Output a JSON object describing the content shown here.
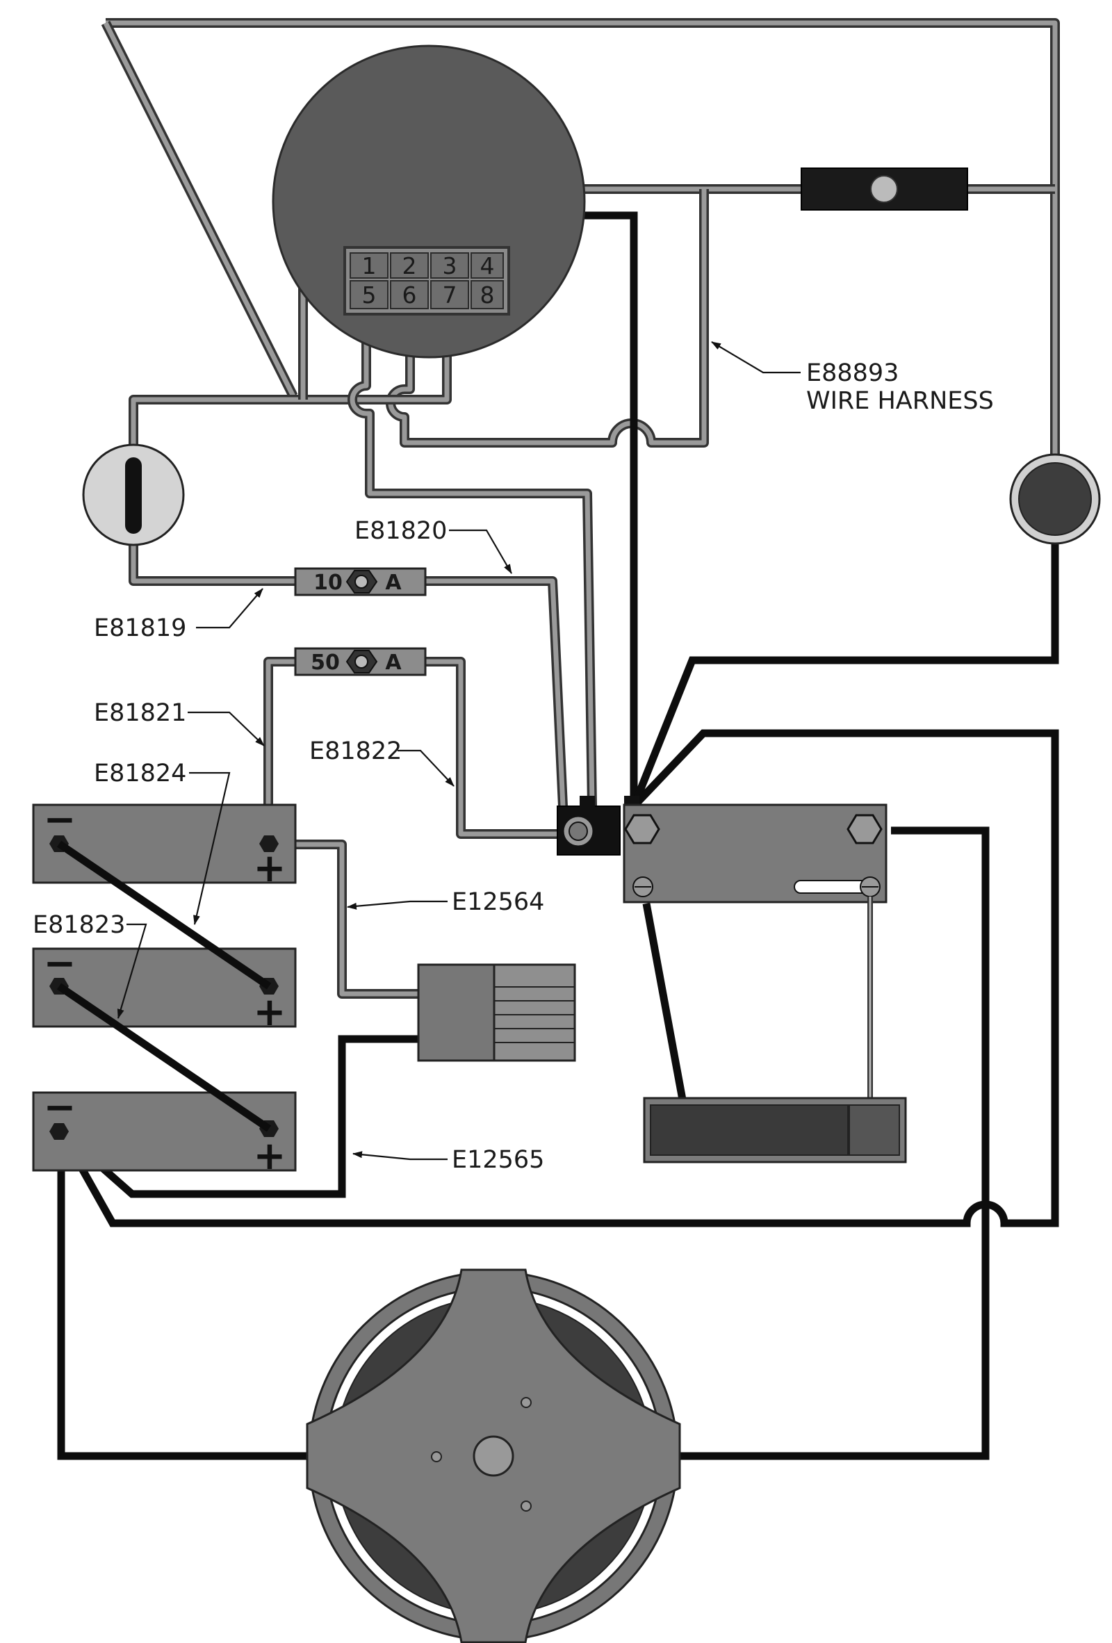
{
  "diagram": {
    "connector_pins": [
      "1",
      "2",
      "3",
      "4",
      "5",
      "6",
      "7",
      "8"
    ],
    "fuse_small": {
      "amps": "10",
      "unit": "A"
    },
    "fuse_large": {
      "amps": "50",
      "unit": "A"
    },
    "battery_signs": {
      "negative": "−",
      "positive": "+"
    },
    "labels": {
      "harness_code": "E88893",
      "harness_desc": "WIRE HARNESS",
      "e81820": "E81820",
      "e81819": "E81819",
      "e81821": "E81821",
      "e81822": "E81822",
      "e81824": "E81824",
      "e81823": "E81823",
      "e12564": "E12564",
      "e12565": "E12565"
    }
  },
  "colors": {
    "background": "#ffffff",
    "component_dark": "#5a5a5a",
    "component_mid": "#7b7b7b",
    "wire_black": "#0d0d0d",
    "wire_gray": "#333333"
  }
}
